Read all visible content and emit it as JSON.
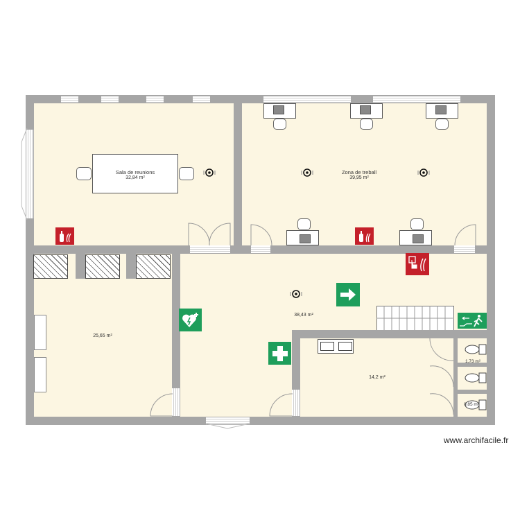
{
  "app": {
    "watermark": "www.archifacile.fr"
  },
  "colors": {
    "floor": "#fcf6e2",
    "wall": "#a6a6a6",
    "safety_green": "#1e9e5b",
    "fire_red": "#c4202a"
  },
  "rooms": {
    "meeting": {
      "name": "Sala de reunions",
      "area": "32,84 m²"
    },
    "work": {
      "name": "Zona de treball",
      "area": "39,95 m²"
    },
    "locker": {
      "area": "25,65 m²"
    },
    "hall": {
      "area": "38,43 m²"
    },
    "washroom": {
      "area": "14,2 m²"
    },
    "wc1": {
      "area": "1,73 m²"
    },
    "wc3": {
      "area": "0,85 m²"
    }
  },
  "signs": {
    "fire_extinguisher": "fire-extinguisher-sign",
    "fire_alarm": "fire-alarm-button-sign",
    "exit_arrow": "exit-arrow-sign",
    "aed": "aed-defibrillator-sign",
    "first_aid": "first-aid-sign",
    "emergency_exit": "emergency-exit-sign"
  }
}
